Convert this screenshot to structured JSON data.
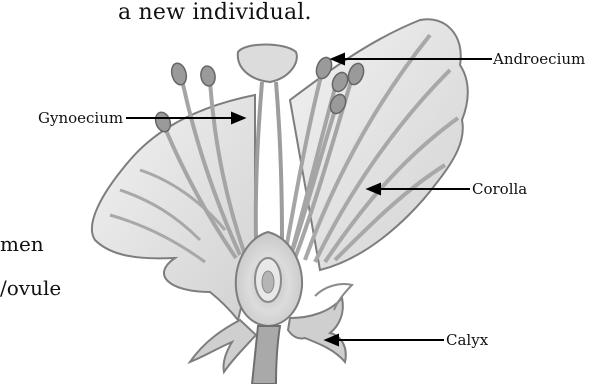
{
  "document": {
    "top_text": "a new individual.",
    "side_text": [
      "men",
      "/ovule"
    ]
  },
  "diagram": {
    "labels": {
      "androecium": "Androecium",
      "gynoecium": "Gynoecium",
      "corolla": "Corolla",
      "calyx": "Calyx"
    },
    "colors": {
      "petal_fill": "#e9e9e9",
      "petal_stroke": "#7d7d7d",
      "vein": "#a8a8a8",
      "pistil": "#bdbdbd",
      "anther": "#9a9a9a",
      "stalk": "#8a8a8a",
      "leader_line": "#000000"
    }
  }
}
